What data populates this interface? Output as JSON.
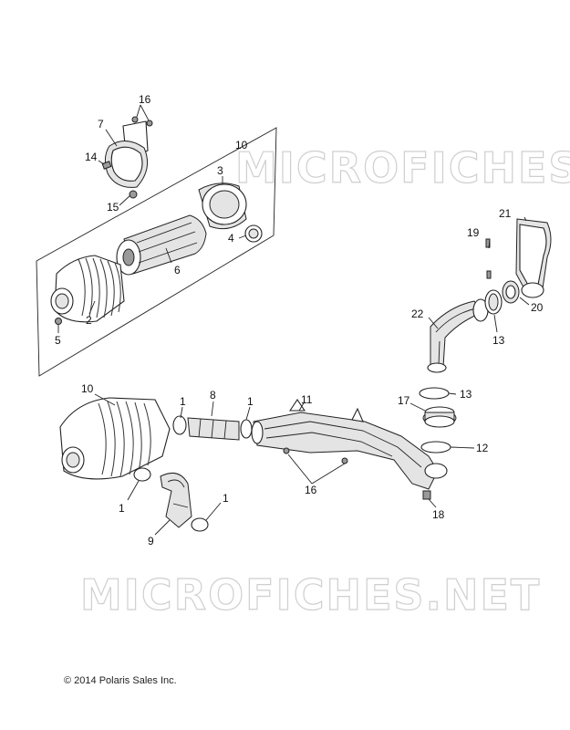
{
  "watermark": "MICROFICHES.NET",
  "copyright": "© 2014 Polaris Sales Inc.",
  "callouts": [
    {
      "id": "c16a",
      "text": "16"
    },
    {
      "id": "c7",
      "text": "7"
    },
    {
      "id": "c10a",
      "text": "10"
    },
    {
      "id": "c14",
      "text": "14"
    },
    {
      "id": "c3",
      "text": "3"
    },
    {
      "id": "c15",
      "text": "15"
    },
    {
      "id": "c4",
      "text": "4"
    },
    {
      "id": "c6",
      "text": "6"
    },
    {
      "id": "c2",
      "text": "2"
    },
    {
      "id": "c5",
      "text": "5"
    },
    {
      "id": "c21",
      "text": "21"
    },
    {
      "id": "c19",
      "text": "19"
    },
    {
      "id": "c20",
      "text": "20"
    },
    {
      "id": "c22",
      "text": "22"
    },
    {
      "id": "c13a",
      "text": "13"
    },
    {
      "id": "c10b",
      "text": "10"
    },
    {
      "id": "c1a",
      "text": "1"
    },
    {
      "id": "c8",
      "text": "8"
    },
    {
      "id": "c1b",
      "text": "1"
    },
    {
      "id": "c11",
      "text": "11"
    },
    {
      "id": "c17",
      "text": "17"
    },
    {
      "id": "c13b",
      "text": "13"
    },
    {
      "id": "c12",
      "text": "12"
    },
    {
      "id": "c16b",
      "text": "16"
    },
    {
      "id": "c18",
      "text": "18"
    },
    {
      "id": "c1c",
      "text": "1"
    },
    {
      "id": "c1d",
      "text": "1"
    },
    {
      "id": "c9",
      "text": "9"
    }
  ]
}
